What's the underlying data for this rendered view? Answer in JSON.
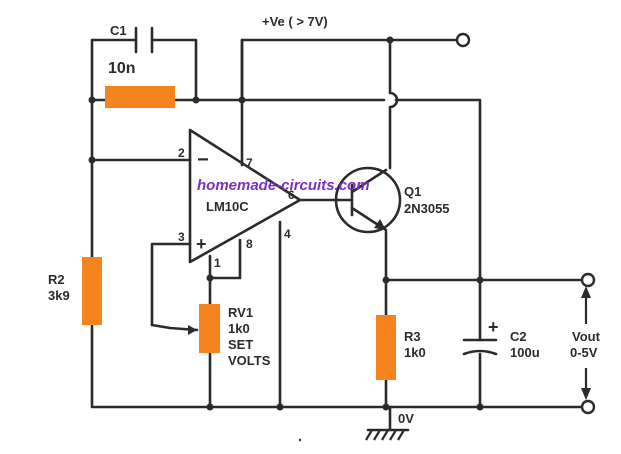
{
  "colors": {
    "ink": "#2b2b2b",
    "resistor": "#f5841f",
    "watermark": "#7b2fbe"
  },
  "labels": {
    "supply": "+Ve ( > 7V)",
    "c1_name": "C1",
    "c1_value": "10n",
    "opamp_name": "LM10C",
    "q1_name": "Q1",
    "q1_part": "2N3055",
    "r2_name": "R2",
    "r2_value": "3k9",
    "rv1_name": "RV1",
    "rv1_value": "1k0",
    "rv1_desc1": "SET",
    "rv1_desc2": "VOLTS",
    "r3_name": "R3",
    "r3_value": "1k0",
    "c2_name": "C2",
    "c2_value": "100u",
    "vout_name": "Vout",
    "vout_range": "0-5V",
    "ground": "0V",
    "watermark": "homemade-circuits.com"
  },
  "pins": {
    "p1": "1",
    "p2": "2",
    "p3": "3",
    "p4": "4",
    "p6": "6",
    "p7": "7",
    "p8": "8"
  },
  "opamp_signs": {
    "minus": "−",
    "plus": "+"
  },
  "c2_sign": "+"
}
